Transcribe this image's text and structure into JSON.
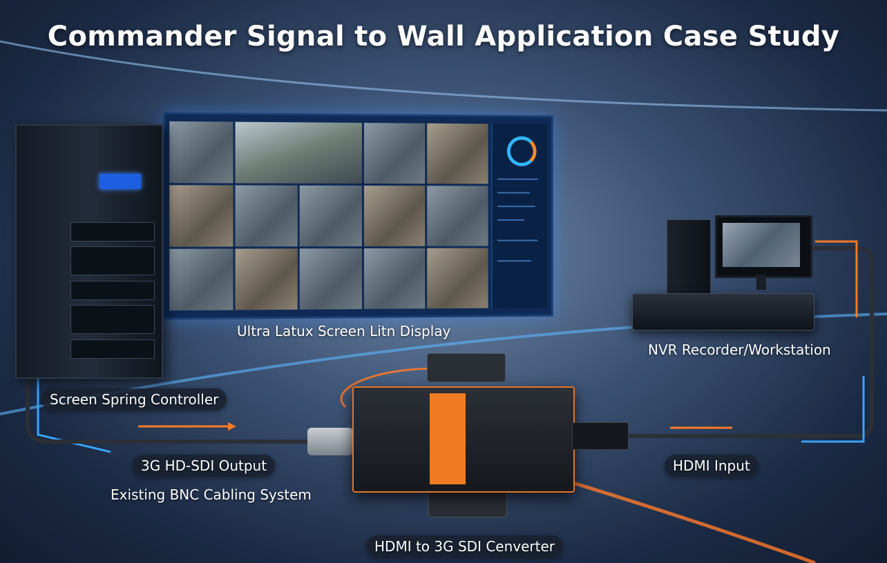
{
  "title": "Commander Signal to Wall Application Case Study",
  "labels": {
    "display": "Ultra Latux Screen Litn Display",
    "nvr": "NVR Recorder/Workstation",
    "controller": "Screen Spring Controller",
    "sdi_output": "3G HD-SDI Output",
    "bnc_cabling": "Existing BNC Cabling System",
    "hdmi_input": "HDMI Input",
    "converter": "HDMI to 3G SDI Cenverter"
  },
  "colors": {
    "signal_orange": "#ff7a2a",
    "signal_blue": "#39a4ff",
    "accent_glow": "#5fb8ff"
  }
}
